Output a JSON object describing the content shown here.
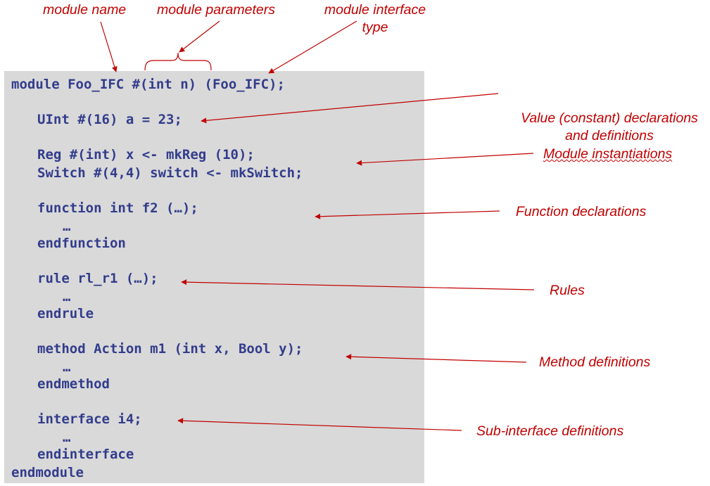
{
  "top_labels": {
    "module_name": "module name",
    "module_parameters": "module parameters",
    "module_interface_line1": "module interface",
    "module_interface_line2": "type"
  },
  "code_lines": {
    "l1": "module Foo_IFC #(int n) (Foo_IFC);",
    "l2": "UInt #(16) a = 23;",
    "l3": "Reg #(int) x <- mkReg (10);",
    "l4": "Switch #(4,4) switch <- mkSwitch;",
    "l5": "function int f2 (…);",
    "l6": "…",
    "l7": "endfunction",
    "l8": "rule rl_r1 (…);",
    "l9": "…",
    "l10": "endrule",
    "l11": "method Action m1 (int x, Bool y);",
    "l12": "…",
    "l13": "endmethod",
    "l14": "interface i4;",
    "l15": "…",
    "l16": "endinterface",
    "l17": "endmodule"
  },
  "side_labels": {
    "value_line1": "Value (constant) declarations",
    "value_line2": "and definitions",
    "module_inst": "Module instantiations",
    "function_decl": "Function declarations",
    "rules": "Rules",
    "method_def": "Method definitions",
    "subinterface_def": "Sub-interface definitions"
  },
  "colors": {
    "code_text": "#323c8c",
    "label_text": "#c00000",
    "code_background": "#d9d9d9"
  }
}
